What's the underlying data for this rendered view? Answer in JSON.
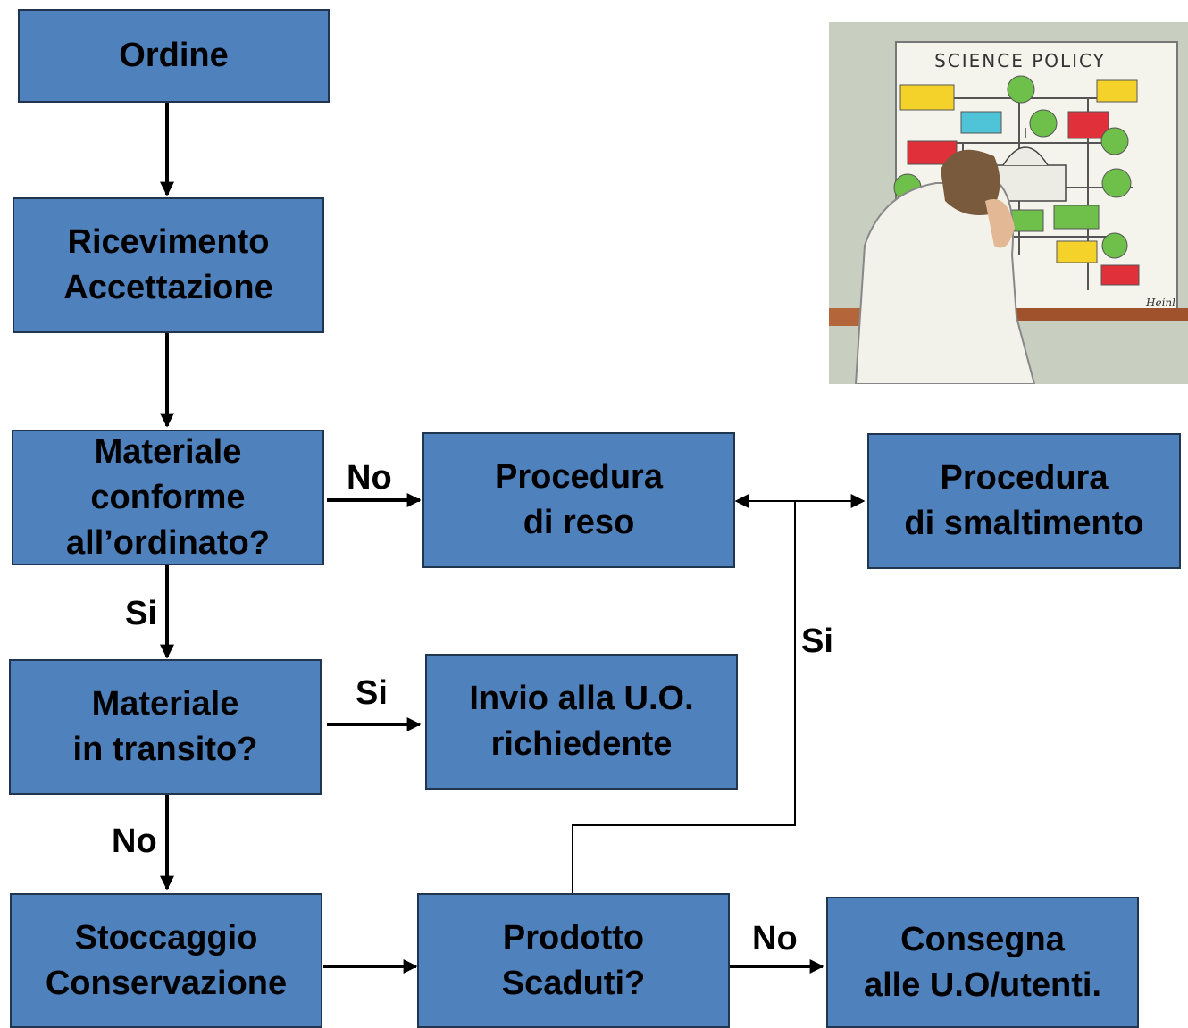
{
  "nodes": {
    "ordine": "Ordine",
    "ricevimento": "Ricevimento\nAccettazione",
    "conforme": "Materiale\nconforme\nall’ordinato?",
    "reso": "Procedura\ndi reso",
    "smaltimento": "Procedura\ndi smaltimento",
    "transito": "Materiale\nin transito?",
    "invio": "Invio alla U.O.\nrichiedente",
    "stoccaggio": "Stoccaggio\nConservazione",
    "scaduti": "Prodotto\nScaduti?",
    "consegna": "Consegna\nalle U.O/utenti."
  },
  "edge_labels": {
    "conforme_no": "No",
    "conforme_si": "Si",
    "transito_si": "Si",
    "transito_no": "No",
    "scaduti_si": "Si",
    "scaduti_no": "No"
  },
  "illustration": {
    "poster_title": "SCIENCE POLICY",
    "signature": "Heinl"
  },
  "colors": {
    "box_fill": "#4f81bd",
    "box_border": "#1f3550",
    "line": "#000000"
  }
}
